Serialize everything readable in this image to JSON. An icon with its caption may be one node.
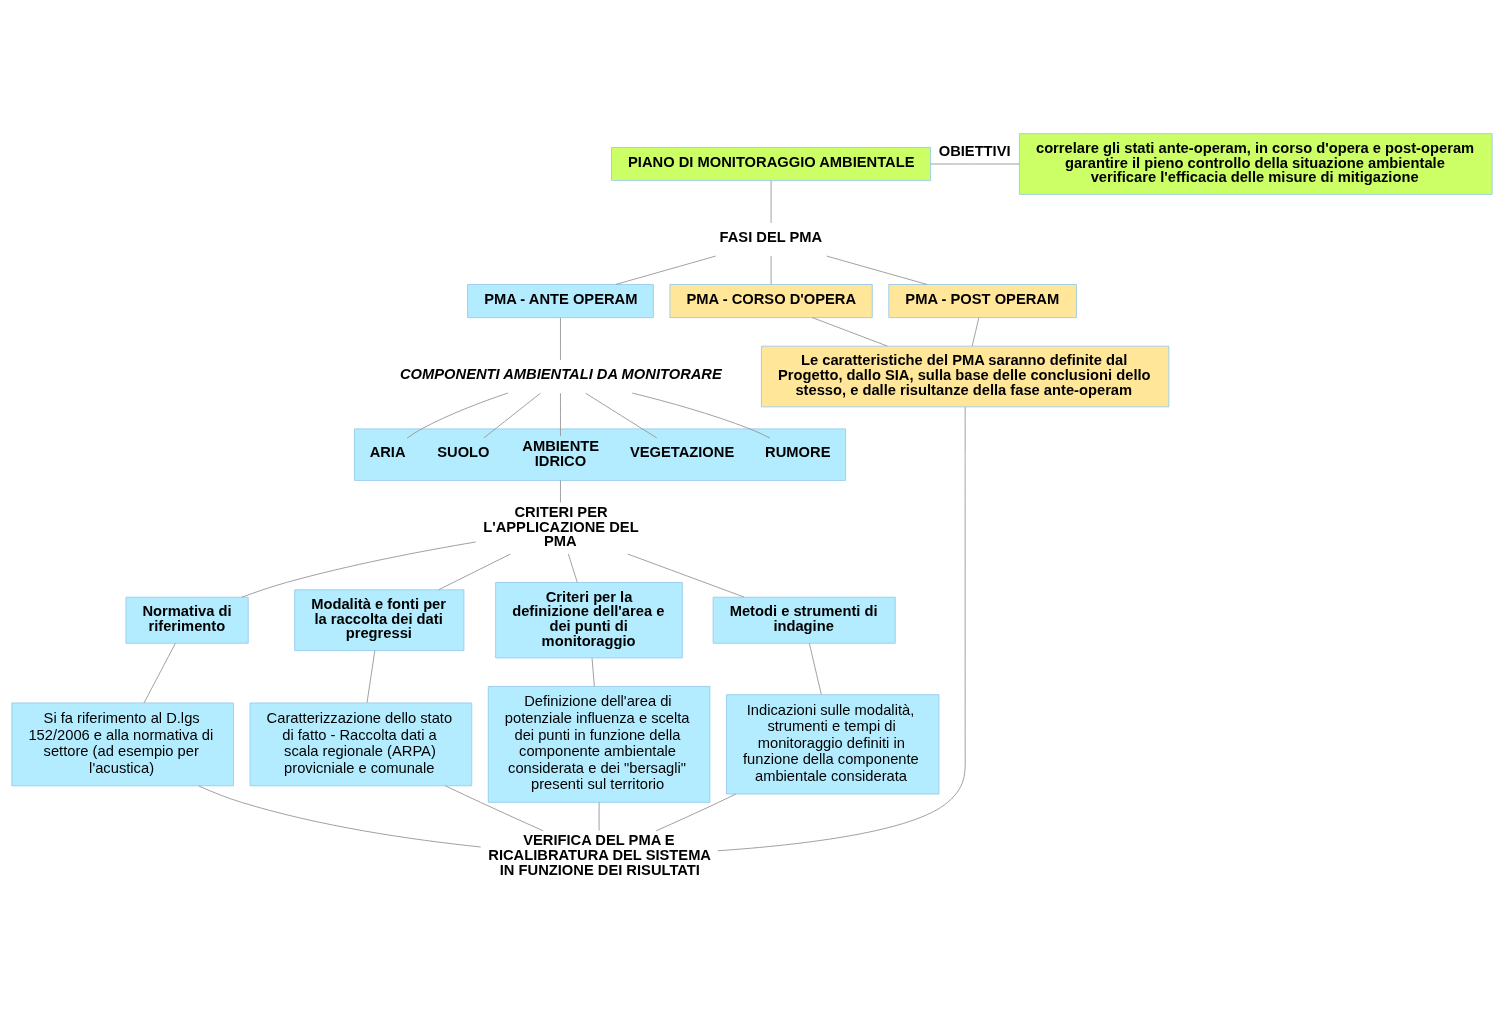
{
  "diagram": {
    "nodes": [
      {
        "text": [
          "PIANO DI MONITORAGGIO AMBIENTALE"
        ]
      },
      {
        "text": [
          "correlare gli stati ante-operam, in corso d'opera e post-operam",
          "garantire il pieno controllo della situazione ambientale",
          "verificare l'efficacia delle misure di mitigazione"
        ]
      },
      {
        "text": [
          "FASI DEL PMA"
        ]
      },
      {
        "text": [
          "PMA - ANTE OPERAM"
        ]
      },
      {
        "text": [
          "PMA - CORSO D'OPERA"
        ]
      },
      {
        "text": [
          "PMA - POST OPERAM"
        ]
      },
      {
        "text": [
          "COMPONENTI AMBIENTALI DA MONITORARE"
        ]
      },
      {
        "text": [],
        "shape": "box"
      },
      {
        "text": [
          "ARIA"
        ],
        "in": 7
      },
      {
        "text": [
          "SUOLO"
        ],
        "in": 7
      },
      {
        "text": [
          "AMBIENTE IDRICO"
        ],
        "in": 7
      },
      {
        "text": [
          "VEGETAZIONE"
        ],
        "in": 7
      },
      {
        "text": [
          "RUMORE"
        ],
        "in": 7
      },
      {
        "text": [
          "Le caratteristiche del PMA saranno definite dal Progetto, dallo SIA, sulla base delle conclusioni dello stesso, e dalle risultanze della fase ante-operam"
        ]
      },
      {
        "text": [
          "CRITERI PER L'APPLICAZIONE DEL PMA"
        ]
      },
      {
        "text": [
          "Normativa di riferimento"
        ]
      },
      {
        "text": [
          "Modalità e fonti per la raccolta dei dati pregressi"
        ]
      },
      {
        "text": [
          "Criteri per la definizione dell'area e dei punti di monitoraggio"
        ]
      },
      {
        "text": [
          "Metodi e strumenti di indagine"
        ]
      },
      {
        "text": [
          "Si fa riferimento al D.lgs 152/2006 e alla normativa di settore (ad esempio per l'acustica)"
        ]
      },
      {
        "text": [
          "Caratterizzazione dello stato di fatto - Raccolta dati a scala regionale (ARPA) provicniale e comunale"
        ]
      },
      {
        "text": [
          "Definizione dell'area di potenziale influenza e scelta dei punti in funzione della componente ambientale considerata e dei \"bersagli\" presenti sul territorio"
        ]
      },
      {
        "text": [
          "Indicazioni sulle modalità, strumenti e tempi di monitoraggio definiti in funzione della componente ambientale considerata"
        ]
      },
      {
        "text": [
          "VERIFICA DEL PMA E RICALIBRATURA DEL SISTEMA IN FUNZIONE DEI RISULTATI"
        ]
      }
    ],
    "edges": [
      {
        "from": 0,
        "to": 1,
        "arrow": "none",
        "label": "OBIETTIVI"
      },
      {
        "from": 0,
        "to": 2,
        "arrow": "none"
      },
      {
        "from": 2,
        "to": 3,
        "arrow": "none"
      },
      {
        "from": 2,
        "to": 4,
        "arrow": "none"
      },
      {
        "from": 2,
        "to": 5,
        "arrow": "none"
      },
      {
        "from": 3,
        "to": 6,
        "arrow": "none"
      },
      {
        "from": 6,
        "to": 8,
        "arrow": "none"
      },
      {
        "from": 6,
        "to": 9,
        "arrow": "none"
      },
      {
        "from": 6,
        "to": 10,
        "arrow": "none"
      },
      {
        "from": 6,
        "to": 11,
        "arrow": "none"
      },
      {
        "from": 6,
        "to": 12,
        "arrow": "none"
      },
      {
        "from": 4,
        "to": 13,
        "arrow": "none"
      },
      {
        "from": 5,
        "to": 13,
        "arrow": "none"
      },
      {
        "from": 7,
        "to": 14,
        "arrow": "none"
      },
      {
        "from": 14,
        "to": 15,
        "arrow": "none"
      },
      {
        "from": 14,
        "to": 16,
        "arrow": "none"
      },
      {
        "from": 14,
        "to": 17,
        "arrow": "none"
      },
      {
        "from": 14,
        "to": 18,
        "arrow": "none"
      },
      {
        "from": 15,
        "to": 19,
        "arrow": "none"
      },
      {
        "from": 16,
        "to": 20,
        "arrow": "none"
      },
      {
        "from": 17,
        "to": 21,
        "arrow": "none"
      },
      {
        "from": 18,
        "to": 22,
        "arrow": "none"
      },
      {
        "from": 13,
        "to": 23,
        "arrow": "none"
      },
      {
        "from": 19,
        "to": 23,
        "arrow": "none"
      },
      {
        "from": 20,
        "to": 23,
        "arrow": "none"
      },
      {
        "from": 21,
        "to": 23,
        "arrow": "none"
      },
      {
        "from": 22,
        "to": 23,
        "arrow": "none"
      }
    ]
  }
}
